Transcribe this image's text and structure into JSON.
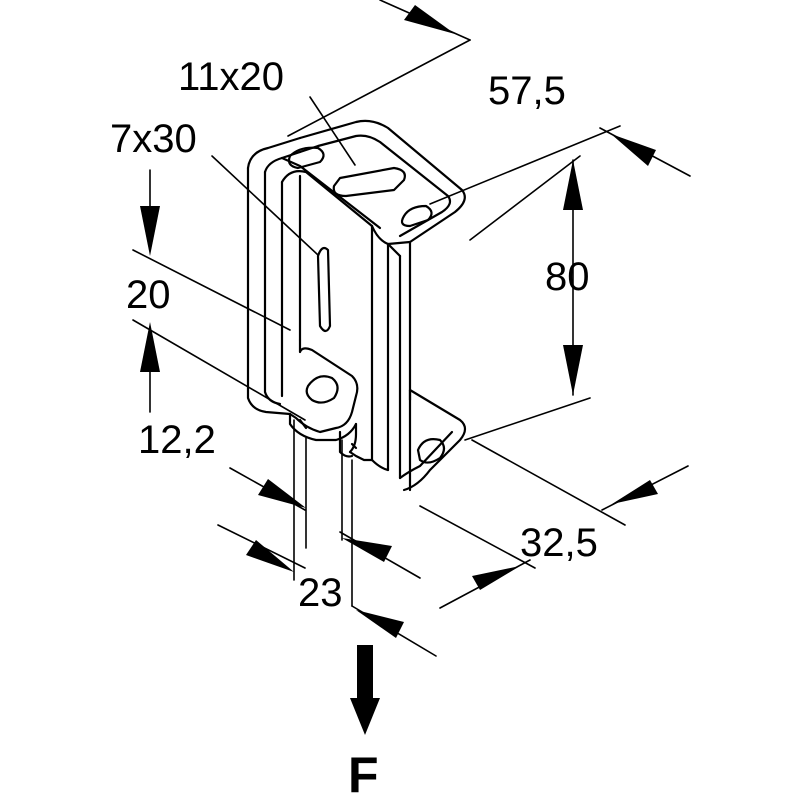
{
  "dimensions": {
    "slot_top": "11x20",
    "slot_side": "7x30",
    "depth": "57,5",
    "height": "80",
    "offset_top": "20",
    "offset_bottom": "12,2",
    "width_bottom": "23",
    "flange_width": "32,5"
  },
  "force_label": "F",
  "colors": {
    "ink": "#000000",
    "paper": "#ffffff"
  }
}
